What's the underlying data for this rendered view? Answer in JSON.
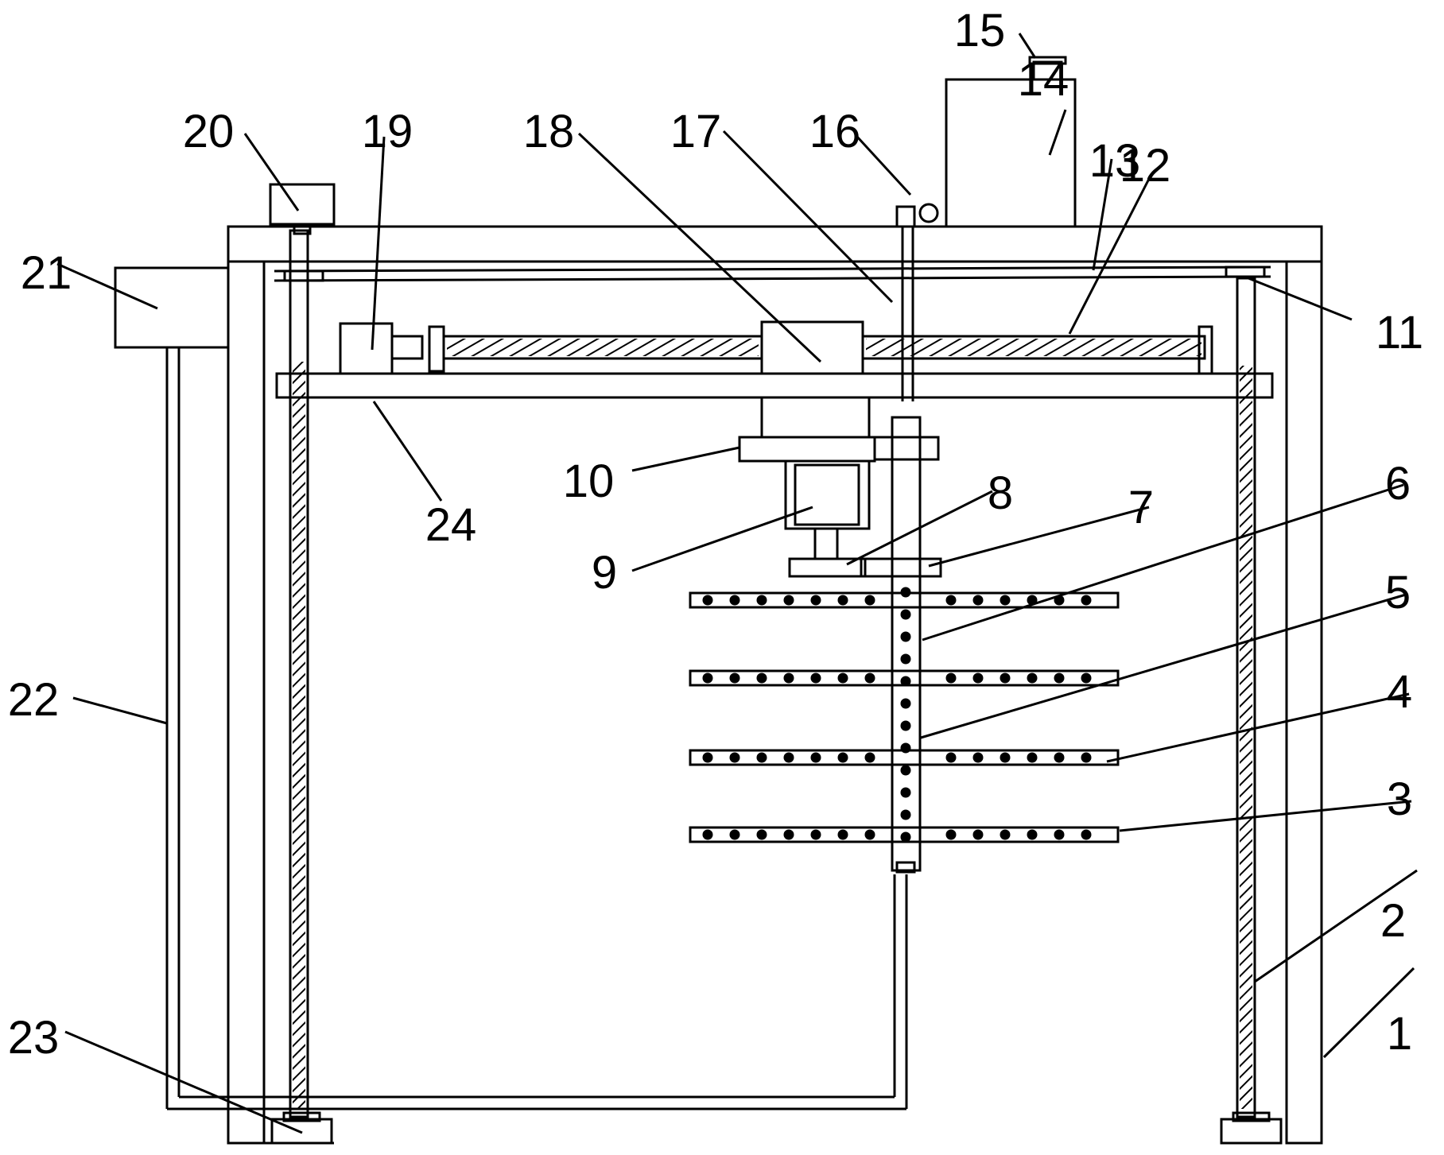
{
  "diagram": {
    "stroke_color": "#000000",
    "background_color": "#ffffff",
    "callouts": [
      {
        "id": "1",
        "label": "1"
      },
      {
        "id": "2",
        "label": "2"
      },
      {
        "id": "3",
        "label": "3"
      },
      {
        "id": "4",
        "label": "4"
      },
      {
        "id": "5",
        "label": "5"
      },
      {
        "id": "6",
        "label": "6"
      },
      {
        "id": "7",
        "label": "7"
      },
      {
        "id": "8",
        "label": "8"
      },
      {
        "id": "9",
        "label": "9"
      },
      {
        "id": "10",
        "label": "10"
      },
      {
        "id": "11",
        "label": "11"
      },
      {
        "id": "12",
        "label": "12"
      },
      {
        "id": "13",
        "label": "13"
      },
      {
        "id": "14",
        "label": "14"
      },
      {
        "id": "15",
        "label": "15"
      },
      {
        "id": "16",
        "label": "16"
      },
      {
        "id": "17",
        "label": "17"
      },
      {
        "id": "18",
        "label": "18"
      },
      {
        "id": "19",
        "label": "19"
      },
      {
        "id": "20",
        "label": "20"
      },
      {
        "id": "21",
        "label": "21"
      },
      {
        "id": "22",
        "label": "22"
      },
      {
        "id": "23",
        "label": "23"
      },
      {
        "id": "24",
        "label": "24"
      }
    ]
  }
}
